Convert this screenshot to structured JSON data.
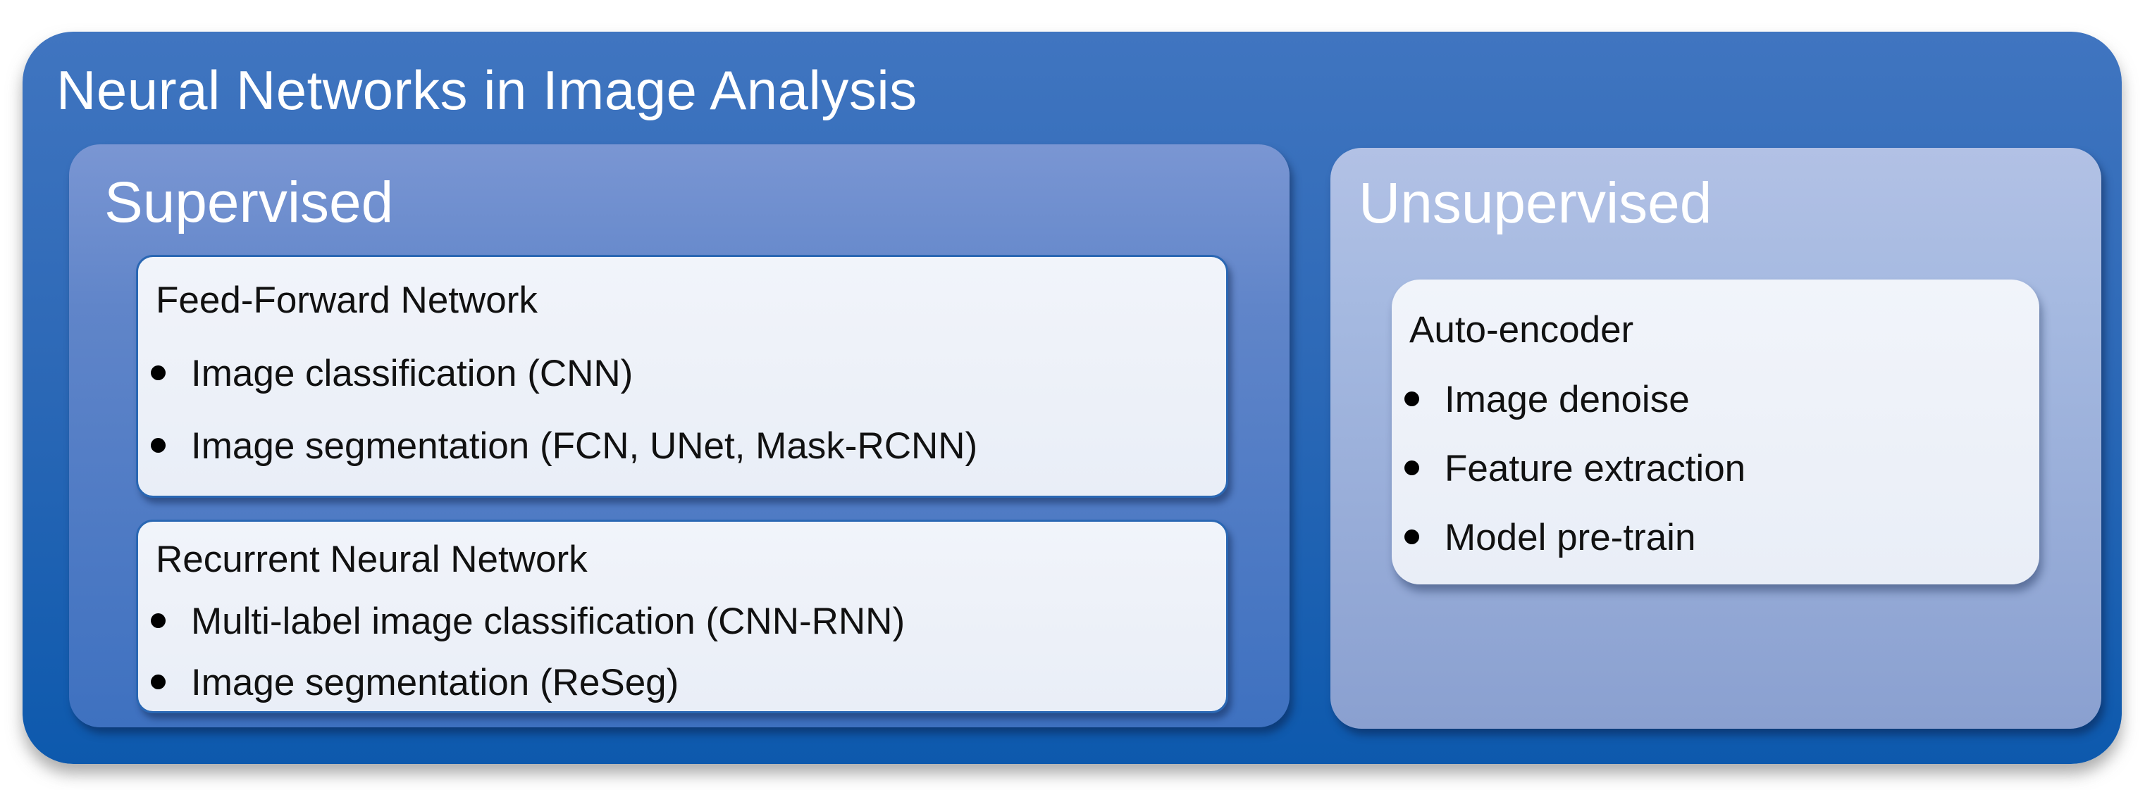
{
  "diagram": {
    "title": "Neural Networks in Image Analysis",
    "groups": [
      {
        "label": "Supervised",
        "boxes": [
          {
            "title": "Feed-Forward Network",
            "bullets": [
              "Image classification (CNN)",
              "Image segmentation (FCN, UNet, Mask-RCNN)"
            ]
          },
          {
            "title": "Recurrent Neural Network",
            "bullets": [
              "Multi-label image classification (CNN-RNN)",
              "Image segmentation (ReSeg)"
            ]
          }
        ]
      },
      {
        "label": "Unsupervised",
        "boxes": [
          {
            "title": "Auto-encoder",
            "bullets": [
              "Image denoise",
              "Feature extraction",
              "Model pre-train"
            ]
          }
        ]
      }
    ],
    "colors": {
      "outer_top": "#4075c0",
      "outer_bottom": "#0d59ad",
      "supervised_top": "#7a96d3",
      "supervised_bottom": "#3e71c0",
      "unsupervised_top": "#b2c1e5",
      "unsupervised_bottom": "#8aa0d0",
      "card_fill": "#eef2f9",
      "card_outline": "#2a67b3",
      "title_text": "#ffffff",
      "body_text": "#111111"
    }
  }
}
